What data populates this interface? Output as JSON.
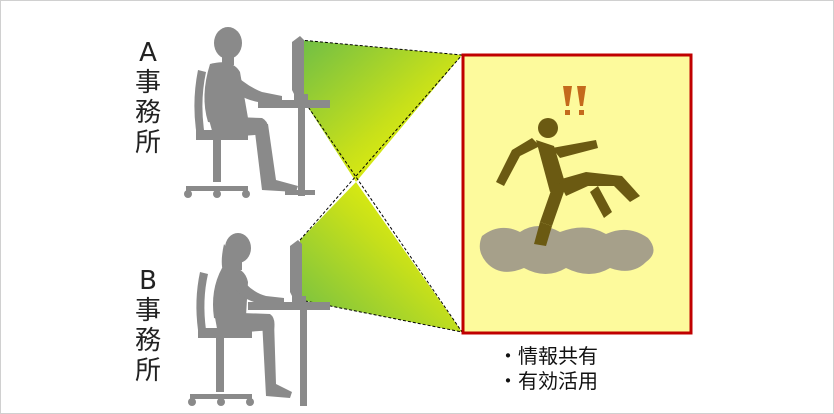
{
  "office_a": {
    "letter": "A",
    "chars": [
      "事",
      "務",
      "所"
    ]
  },
  "office_b": {
    "letter": "B",
    "chars": [
      "事",
      "務",
      "所"
    ]
  },
  "bullets": [
    "・情報共有",
    "・有効活用"
  ],
  "colors": {
    "silhouette": "#8a8a8a",
    "beam_start": "#6fbe46",
    "beam_end": "#ffff00",
    "panel_fill": "#fdfa9c",
    "panel_border": "#c00000",
    "figure": "#6b5a12",
    "exclamation": "#c46a1c",
    "cloud": "#a6a08a"
  },
  "icons": {
    "worker_a": "man-at-computer-icon",
    "worker_b": "woman-at-computer-icon",
    "alert": "slipping-person-icon"
  }
}
